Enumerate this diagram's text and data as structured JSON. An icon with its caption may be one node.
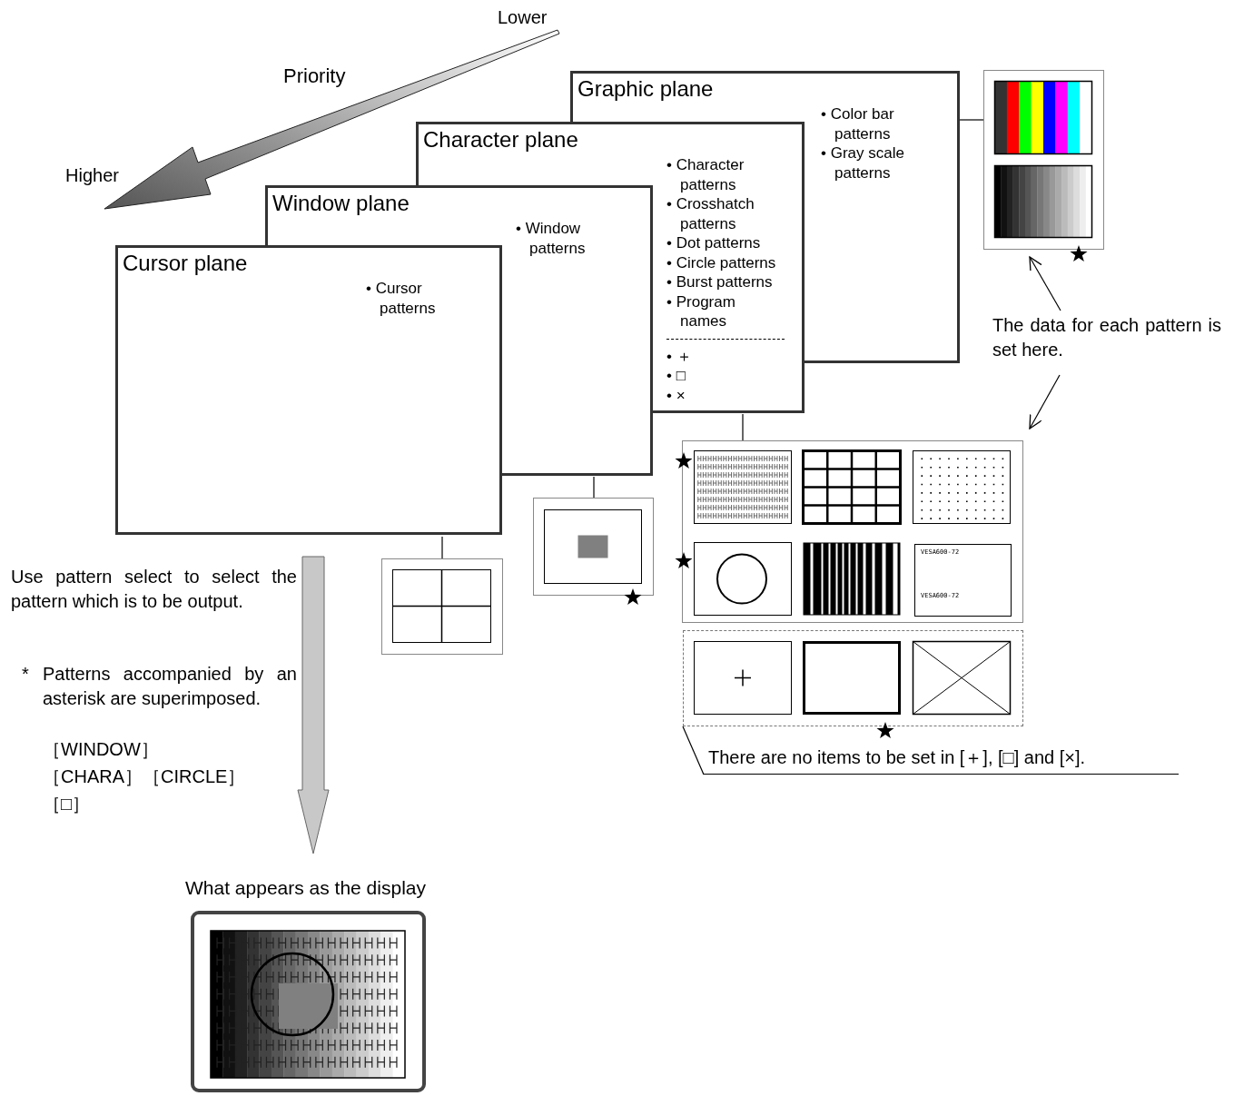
{
  "diagram": {
    "nodes": [
      {
        "text": [
          "Graphic plane",
          "• Color bar patterns",
          "• Gray scale patterns"
        ]
      },
      {
        "text": [
          "Character plane",
          "• Character patterns",
          "• Crosshatch patterns",
          "• Dot patterns",
          "• Circle patterns",
          "• Burst patterns",
          "• Program names",
          "• ＋",
          "• □",
          "• ×"
        ]
      },
      {
        "text": [
          "Window plane",
          "• Window patterns"
        ]
      },
      {
        "text": [
          "Cursor plane",
          "• Cursor patterns"
        ]
      },
      {
        "text": [],
        "shape": "picture"
      },
      {
        "text": [],
        "shape": "picture"
      },
      {
        "text": [
          "VESA600-72",
          "VESA600-72"
        ],
        "in": 5
      },
      {
        "text": [],
        "shape": "box"
      },
      {
        "text": [],
        "shape": "picture"
      },
      {
        "text": [],
        "shape": "picture"
      },
      {
        "text": [
          "The data for each pattern is set here."
        ]
      },
      {
        "text": [
          "There are no items to be set in [＋], [□] and [×]."
        ]
      },
      {
        "text": [
          "What appears as the display"
        ]
      }
    ],
    "edges": [
      {
        "from": 0,
        "to": 4,
        "arrow": "none"
      },
      {
        "from": 1,
        "to": 5,
        "arrow": "none"
      },
      {
        "from": 2,
        "to": 8,
        "arrow": "none"
      },
      {
        "from": 3,
        "to": 9,
        "arrow": "none"
      },
      {
        "from": 10,
        "to": 4,
        "arrow": "to"
      },
      {
        "from": 10,
        "to": 5,
        "arrow": "to"
      },
      {
        "from": 11,
        "to": 7,
        "arrow": "none"
      },
      {
        "from": 3,
        "to": 12,
        "arrow": "to",
        "style": "thick",
        "color": "#c8c8c8"
      }
    ],
    "labels": [
      "Lower",
      "Priority",
      "Higher",
      "Use pattern select to select the pattern which is to be output.",
      "*",
      "Patterns accompanied by an asterisk are superimposed.",
      "［WINDOW］",
      "［CHARA］［CIRCLE］",
      "［□］"
    ]
  }
}
